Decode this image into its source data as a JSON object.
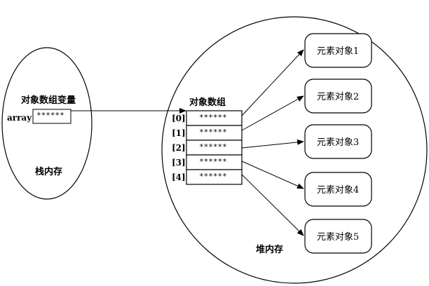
{
  "stack": {
    "variable_title": "对象数组变量",
    "variable_name": "array",
    "variable_value": "******",
    "region_label": "栈内存"
  },
  "heap": {
    "array_title": "对象数组",
    "region_label": "堆内存",
    "cells": [
      {
        "index": "[0]",
        "value": "******"
      },
      {
        "index": "[1]",
        "value": "******"
      },
      {
        "index": "[2]",
        "value": "******"
      },
      {
        "index": "[3]",
        "value": "******"
      },
      {
        "index": "[4]",
        "value": "******"
      }
    ],
    "objects": [
      "元素对象1",
      "元素对象2",
      "元素对象3",
      "元素对象4",
      "元素对象5"
    ]
  }
}
